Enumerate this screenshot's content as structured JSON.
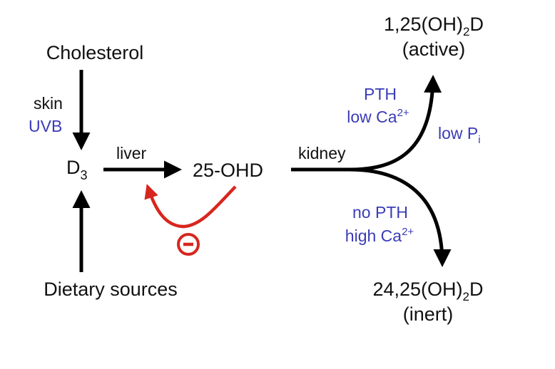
{
  "colors": {
    "text": "#111111",
    "regulator": "#3b3bb8",
    "inhibition": "#d7261e",
    "arrow": "#000000"
  },
  "nodes": {
    "cholesterol": "Cholesterol",
    "d3_base": "D",
    "d3_sub": "3",
    "ohd25": "25-OHD",
    "dietary": "Dietary sources",
    "active_line1_a": "1,25(OH)",
    "active_line1_sub": "2",
    "active_line1_b": "D",
    "active_line2": "(active)",
    "inert_line1_a": "24,25(OH)",
    "inert_line1_sub": "2",
    "inert_line1_b": "D",
    "inert_line2": "(inert)"
  },
  "edges": {
    "skin": "skin",
    "uvb": "UVB",
    "liver": "liver",
    "kidney": "kidney",
    "pth": "PTH",
    "low_ca_a": "low Ca",
    "low_ca_sup": "2+",
    "low_pi_a": "low P",
    "low_pi_sub": "i",
    "no_pth": "no PTH",
    "high_ca_a": "high Ca",
    "high_ca_sup": "2+",
    "inhibit_symbol": "−"
  },
  "icons": {
    "inhibition": "minus-circle-icon"
  }
}
